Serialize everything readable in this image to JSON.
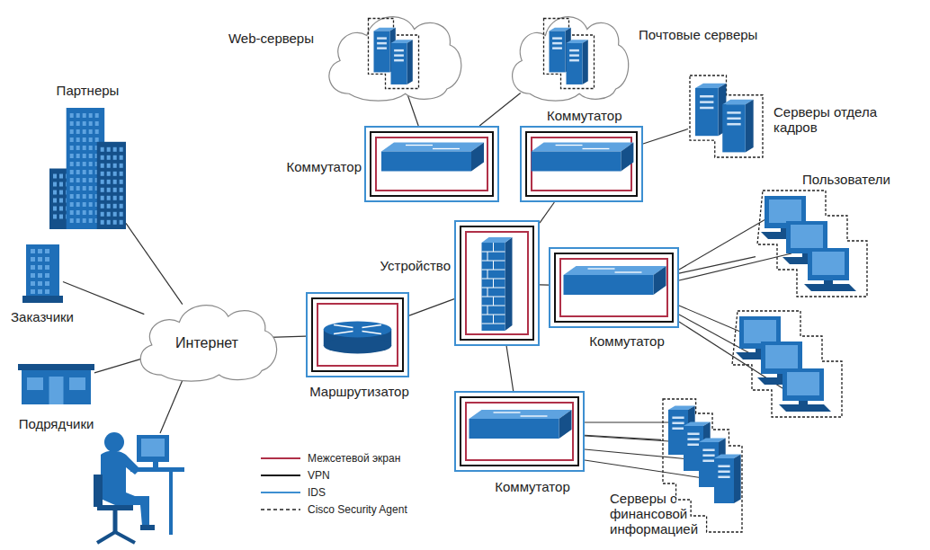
{
  "diagram": {
    "nodes": [
      {
        "text": [
          "Партнеры"
        ]
      },
      {
        "text": [
          "Заказчики"
        ]
      },
      {
        "text": [
          "Подрядчики"
        ]
      },
      {
        "text": [
          "Интернет"
        ]
      },
      {
        "text": [
          "Маршрутизатор"
        ]
      },
      {
        "text": [
          "Устройство"
        ]
      },
      {
        "text": [
          "Web-серверы"
        ]
      },
      {
        "text": [
          "Почтовые серверы"
        ]
      },
      {
        "text": [
          "Коммутатор"
        ]
      },
      {
        "text": [
          "Коммутатор"
        ]
      },
      {
        "text": [
          "Серверы отдела кадров"
        ]
      },
      {
        "text": [
          "Пользователи"
        ]
      },
      {
        "text": [
          "Коммутатор"
        ]
      },
      {
        "text": [
          "Коммутатор"
        ]
      },
      {
        "text": [
          "Серверы с финансовой информацией"
        ]
      }
    ],
    "edges": [
      {
        "from": 0,
        "to": 3,
        "arrow": "none"
      },
      {
        "from": 1,
        "to": 3,
        "arrow": "none"
      },
      {
        "from": 2,
        "to": 3,
        "arrow": "none"
      },
      {
        "from": 3,
        "to": 4,
        "arrow": "none"
      },
      {
        "from": 4,
        "to": 5,
        "arrow": "none"
      },
      {
        "from": 5,
        "to": 12,
        "arrow": "none"
      },
      {
        "from": 5,
        "to": 9,
        "arrow": "none"
      },
      {
        "from": 5,
        "to": 13,
        "arrow": "none"
      },
      {
        "from": 8,
        "to": 6,
        "arrow": "none"
      },
      {
        "from": 8,
        "to": 7,
        "arrow": "none"
      },
      {
        "from": 9,
        "to": 10,
        "arrow": "none"
      },
      {
        "from": 12,
        "to": 11,
        "arrow": "none"
      },
      {
        "from": 13,
        "to": 14,
        "arrow": "none"
      }
    ],
    "legend": [
      {
        "text": "Межсетевой экран"
      },
      {
        "text": "VPN"
      },
      {
        "text": "IDS"
      },
      {
        "text": "Cisco Security Agent"
      }
    ]
  }
}
